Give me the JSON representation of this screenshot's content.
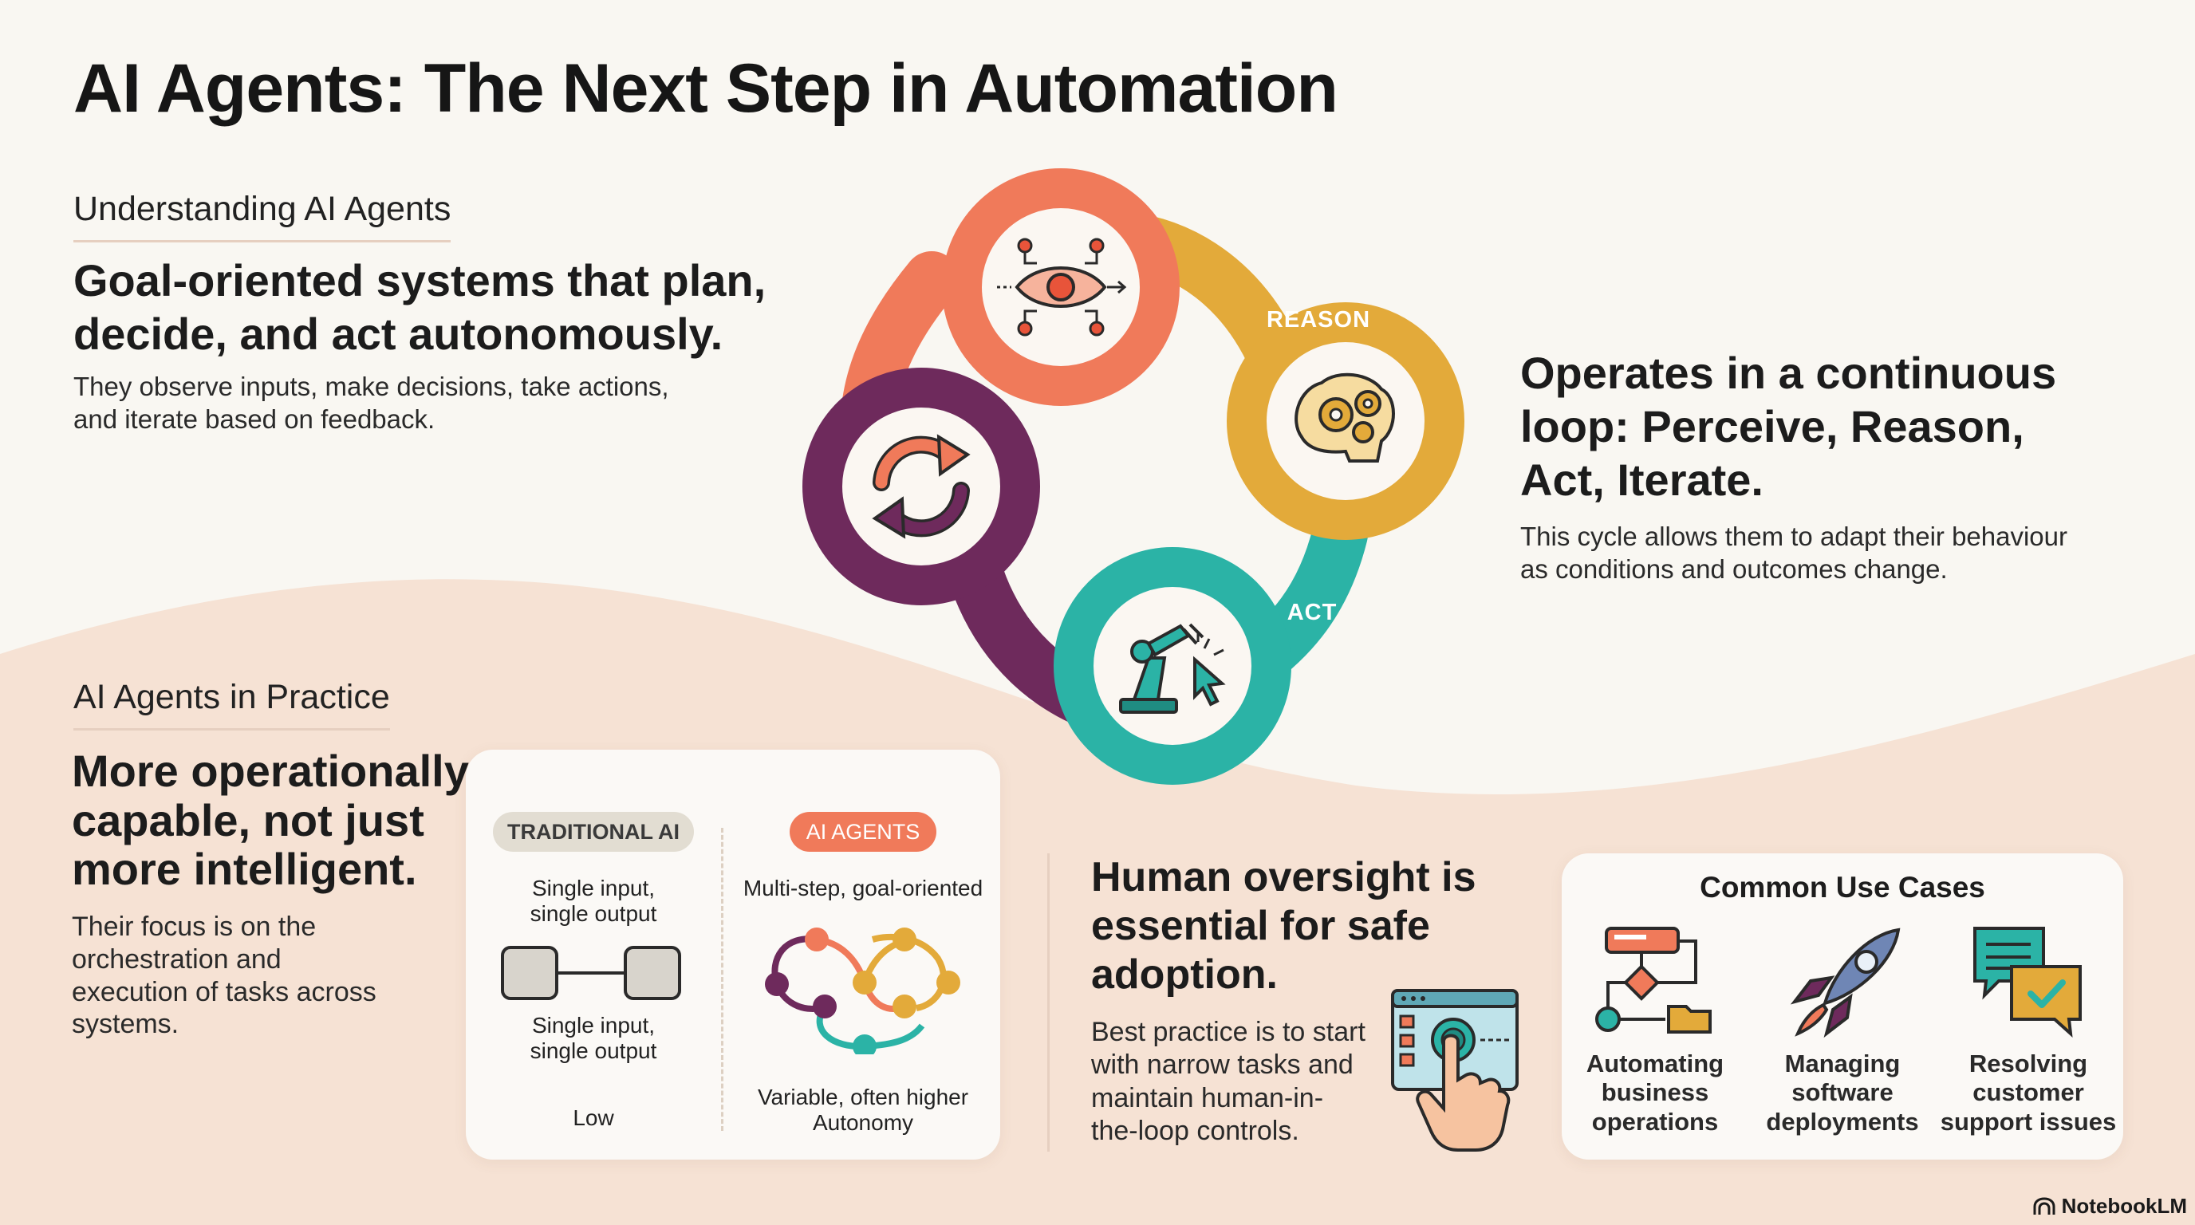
{
  "title": "AI Agents: The Next Step in Automation",
  "understanding": {
    "label": "Understanding AI Agents",
    "headline": "Goal-oriented systems that plan, decide, and act autonomously.",
    "headline_line1": "Goal-oriented systems that plan,",
    "headline_line2": "decide, and act autonomously.",
    "body_line1": "They observe inputs, make decisions, take actions,",
    "body_line2": "and iterate based on feedback."
  },
  "loop": {
    "stages": [
      "REASON",
      "ACT"
    ],
    "headline_line1": "Operates in a continuous",
    "headline_line2": "loop: Perceive, Reason,",
    "headline_line3": "Act, Iterate.",
    "body_line1": "This cycle allows them to adapt their behaviour",
    "body_line2": "as conditions and outcomes change.",
    "colors": {
      "perceive": "#f07a5a",
      "reason": "#e3aa3a",
      "act": "#2bb3a6",
      "iterate": "#6e2a5c"
    }
  },
  "practice": {
    "label": "AI Agents in Practice",
    "headline_line1": "More operationally",
    "headline_line2": "capable, not just",
    "headline_line3": "more intelligent.",
    "body_line1": "Their focus is on the",
    "body_line2": "orchestration and",
    "body_line3": "execution of tasks across",
    "body_line4": "systems."
  },
  "comparison": {
    "traditional": {
      "pill": "TRADITIONAL AI",
      "top_line1": "Single input,",
      "top_line2": "single output",
      "mid_line1": "Single input,",
      "mid_line2": "single output",
      "autonomy": "Low"
    },
    "agents": {
      "pill": "AI AGENTS",
      "top": "Multi-step, goal-oriented",
      "autonomy_line1": "Variable, often higher",
      "autonomy_line2": "Autonomy"
    }
  },
  "oversight": {
    "headline_line1": "Human oversight is",
    "headline_line2": "essential for safe",
    "headline_line3": "adoption.",
    "body_line1": "Best practice is to start",
    "body_line2": "with narrow tasks and",
    "body_line3": "maintain human-in-",
    "body_line4": "the-loop controls."
  },
  "use_cases": {
    "title": "Common Use Cases",
    "items": [
      {
        "line1": "Automating",
        "line2": "business",
        "line3": "operations",
        "icon": "flowchart-icon"
      },
      {
        "line1": "Managing",
        "line2": "software",
        "line3": "deployments",
        "icon": "rocket-icon"
      },
      {
        "line1": "Resolving",
        "line2": "customer",
        "line3": "support issues",
        "icon": "chat-bubbles-icon"
      }
    ]
  },
  "brand": "NotebookLM"
}
